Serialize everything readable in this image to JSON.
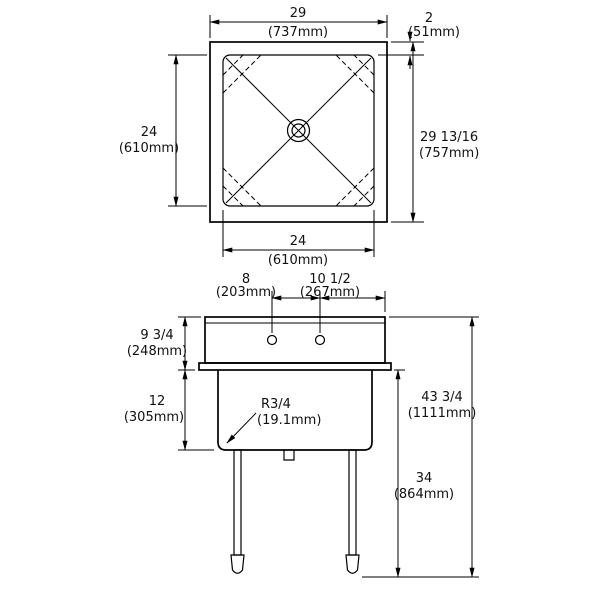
{
  "colors": {
    "line": "#000000",
    "background": "#ffffff"
  },
  "plan": {
    "overall_width": {
      "in": "29",
      "mm": "(737mm)"
    },
    "rim_width": {
      "in": "2",
      "mm": "(51mm)"
    },
    "overall_front_to_back": {
      "in": "29 13/16",
      "mm": "(757mm)"
    },
    "bowl_front_to_back": {
      "in": "24",
      "mm": "(610mm)"
    },
    "bowl_width": {
      "in": "24",
      "mm": "(610mm)"
    }
  },
  "front": {
    "faucet_hole_spacing": {
      "in": "8",
      "mm": "(203mm)"
    },
    "faucet_hole_offset": {
      "in": "10 1/2",
      "mm": "(267mm)"
    },
    "apron_height": {
      "in": "9 3/4",
      "mm": "(248mm)"
    },
    "bowl_depth": {
      "in": "12",
      "mm": "(305mm)"
    },
    "corner_radius": {
      "in": "R3/4",
      "mm": "(19.1mm)"
    },
    "floor_to_underside": {
      "in": "34",
      "mm": "(864mm)"
    },
    "overall_height": {
      "in": "43 3/4",
      "mm": "(1111mm)"
    }
  }
}
